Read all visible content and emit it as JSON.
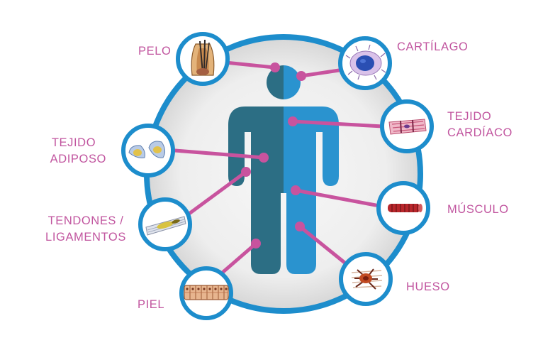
{
  "labels": {
    "pelo": "PELO",
    "cartilago": "CARTÍLAGO",
    "tejido_cardiaco": [
      "TEJIDO",
      "CARDÍACO"
    ],
    "tejido_adiposo": [
      "TEJIDO",
      "ADIPOSO"
    ],
    "musculo": "MÚSCULO",
    "tendones": [
      "TENDONES /",
      "LIGAMENTOS"
    ],
    "hueso": "HUESO",
    "piel": "PIEL"
  },
  "colors": {
    "ring": "#1d8dcc",
    "disc_center": "#f6f6f6",
    "disc_edge": "#d8d8d8",
    "figure_dark": "#2c6e84",
    "figure_light": "#2a93cf",
    "connector": "#c8539e",
    "label": "#c1559f"
  },
  "icons": [
    "hair-follicle-icon",
    "cartilage-cell-icon",
    "cardiac-tissue-icon",
    "fat-cells-icon",
    "muscle-fiber-icon",
    "tendon-icon",
    "bone-cell-icon",
    "skin-cells-icon"
  ]
}
